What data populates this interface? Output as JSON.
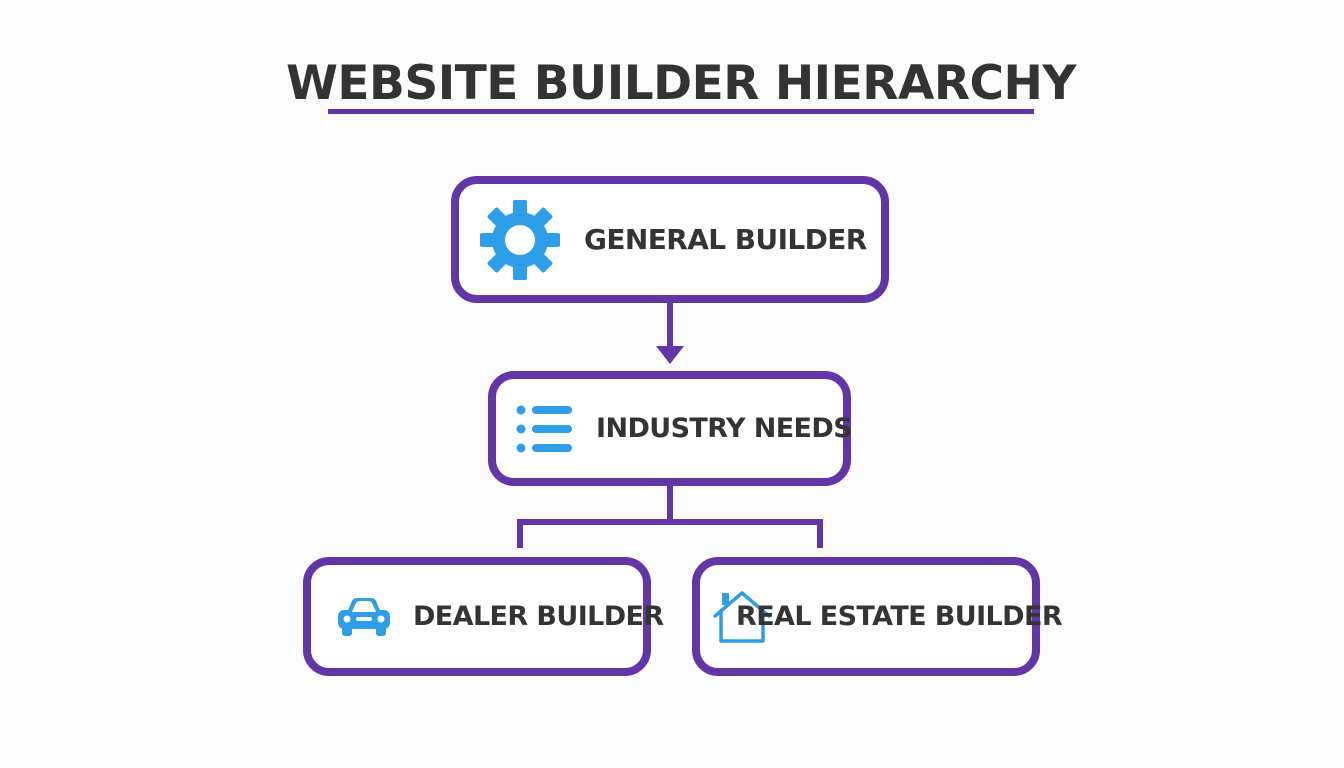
{
  "title": "WEBSITE BUILDER HIERARCHY",
  "colors": {
    "accent_purple": "#6236a6",
    "icon_blue": "#2f9ee8",
    "text_dark": "#343434",
    "background": "#fbfbfb"
  },
  "nodes": {
    "general": {
      "label": "GENERAL BUILDER",
      "icon": "gear-icon"
    },
    "industry": {
      "label": "INDUSTRY NEEDS",
      "icon": "list-icon"
    },
    "dealer": {
      "label": "DEALER BUILDER",
      "icon": "car-icon"
    },
    "realestate": {
      "label": "REAL ESTATE BUILDER",
      "icon": "house-icon"
    }
  },
  "edges": [
    {
      "from": "general",
      "to": "industry",
      "style": "arrow"
    },
    {
      "from": "industry",
      "to": "dealer",
      "style": "branch"
    },
    {
      "from": "industry",
      "to": "realestate",
      "style": "branch"
    }
  ]
}
